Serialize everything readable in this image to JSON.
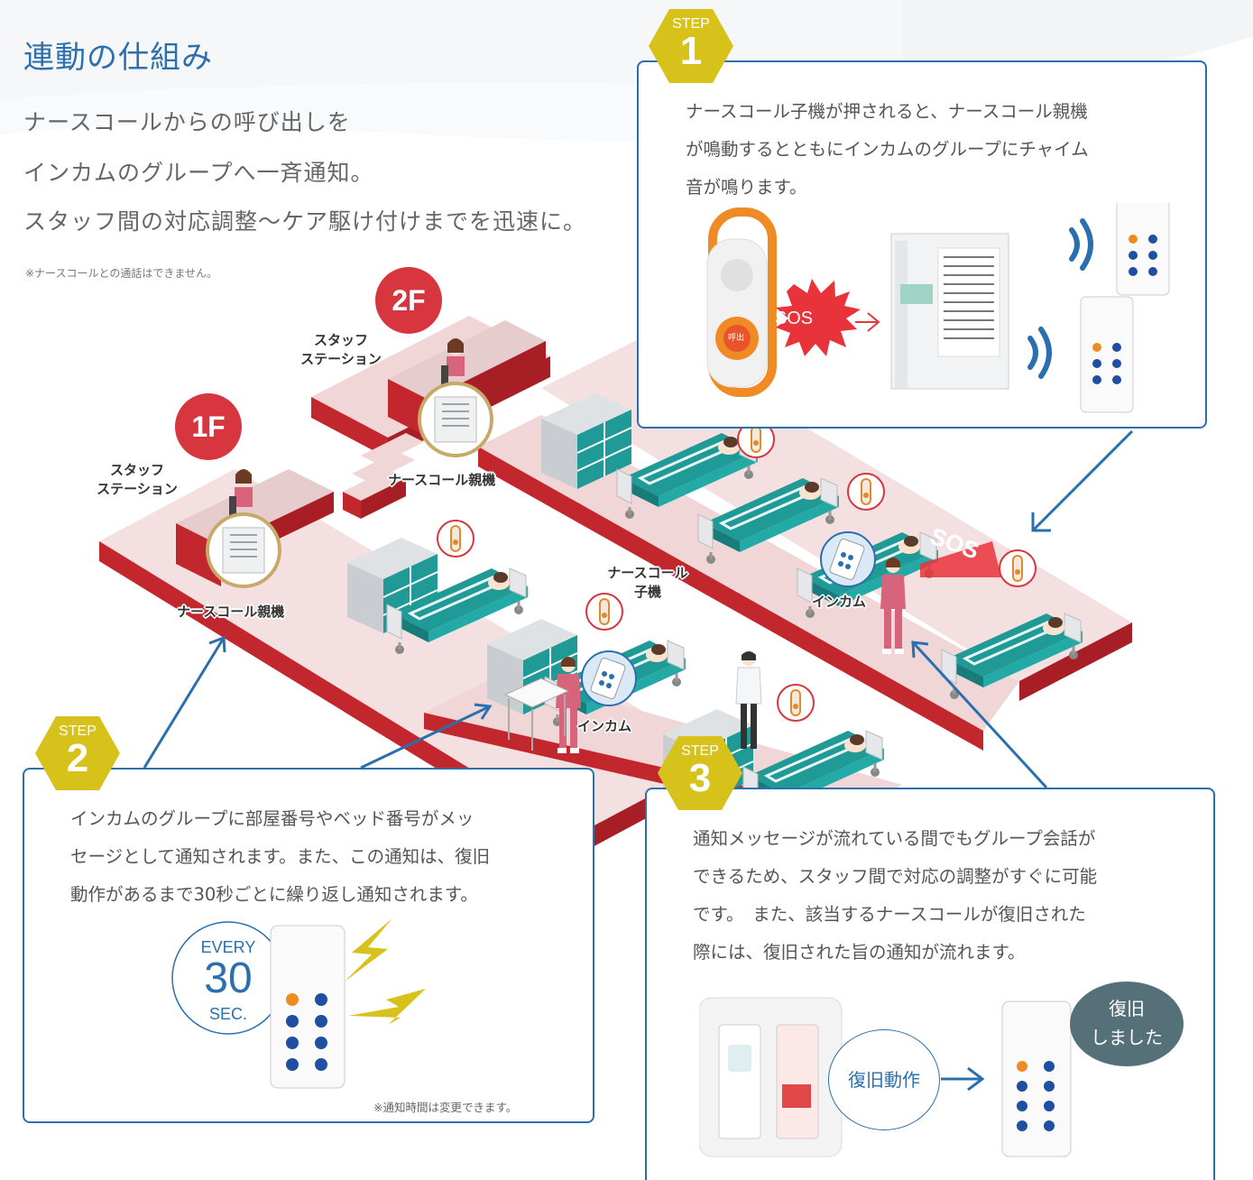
{
  "title": "連動の仕組み",
  "lead_lines": [
    "ナースコールからの呼び出しを",
    "インカムのグループへ一斉通知。",
    "スタッフ間の対応調整〜ケア駆け付けまでを迅速に。"
  ],
  "note": "※ナースコールとの通話はできません。",
  "floors": {
    "f2": {
      "badge": "2F",
      "station": [
        "スタッフ",
        "ステーション"
      ],
      "parent": "ナースコール親機"
    },
    "f1": {
      "badge": "1F",
      "station": [
        "スタッフ",
        "ステーション"
      ],
      "parent": "ナースコール親機"
    }
  },
  "scene_labels": {
    "child_unit": [
      "ナースコール",
      "子機"
    ],
    "intercom_a": "インカム",
    "intercom_b": "インカム",
    "sos": "SOS"
  },
  "steps": [
    {
      "step_word": "STEP",
      "number": "1",
      "text_lines": [
        "ナースコール子機が押されると、ナースコール親機",
        "が鳴動するとともにインカムのグループにチャイム",
        "音が鳴ります。"
      ],
      "sos_label": "SOS",
      "call_button_label": "呼出"
    },
    {
      "step_word": "STEP",
      "number": "2",
      "text_lines": [
        "インカムのグループに部屋番号やベッド番号がメッ",
        "セージとして通知されます。また、この通知は、復旧",
        "動作があるまで30秒ごとに繰り返し通知されます。"
      ],
      "every": {
        "top": "EVERY",
        "value": "30",
        "unit": "SEC."
      },
      "note": "※通知時間は変更できます。"
    },
    {
      "step_word": "STEP",
      "number": "3",
      "text_lines": [
        "通知メッセージが流れている間でもグループ会話が",
        "できるため、スタッフ間で対応の調整がすぐに可能",
        "です。　また、該当するナースコールが復旧された",
        "際には、復旧された旨の通知が流れます。"
      ],
      "restore_action": "復旧動作",
      "bubble_lines": [
        "復旧",
        "しました"
      ]
    }
  ],
  "colors": {
    "accent_blue": "#2a6fae",
    "step_yellow": "#d7c21b",
    "badge_red": "#d7363f",
    "floor_pink": "#f1d6d8",
    "wall_red": "#c1272d",
    "teal": "#1f9a97",
    "bubble_gray": "#56707a",
    "ring_gold": "#c8a96a"
  }
}
